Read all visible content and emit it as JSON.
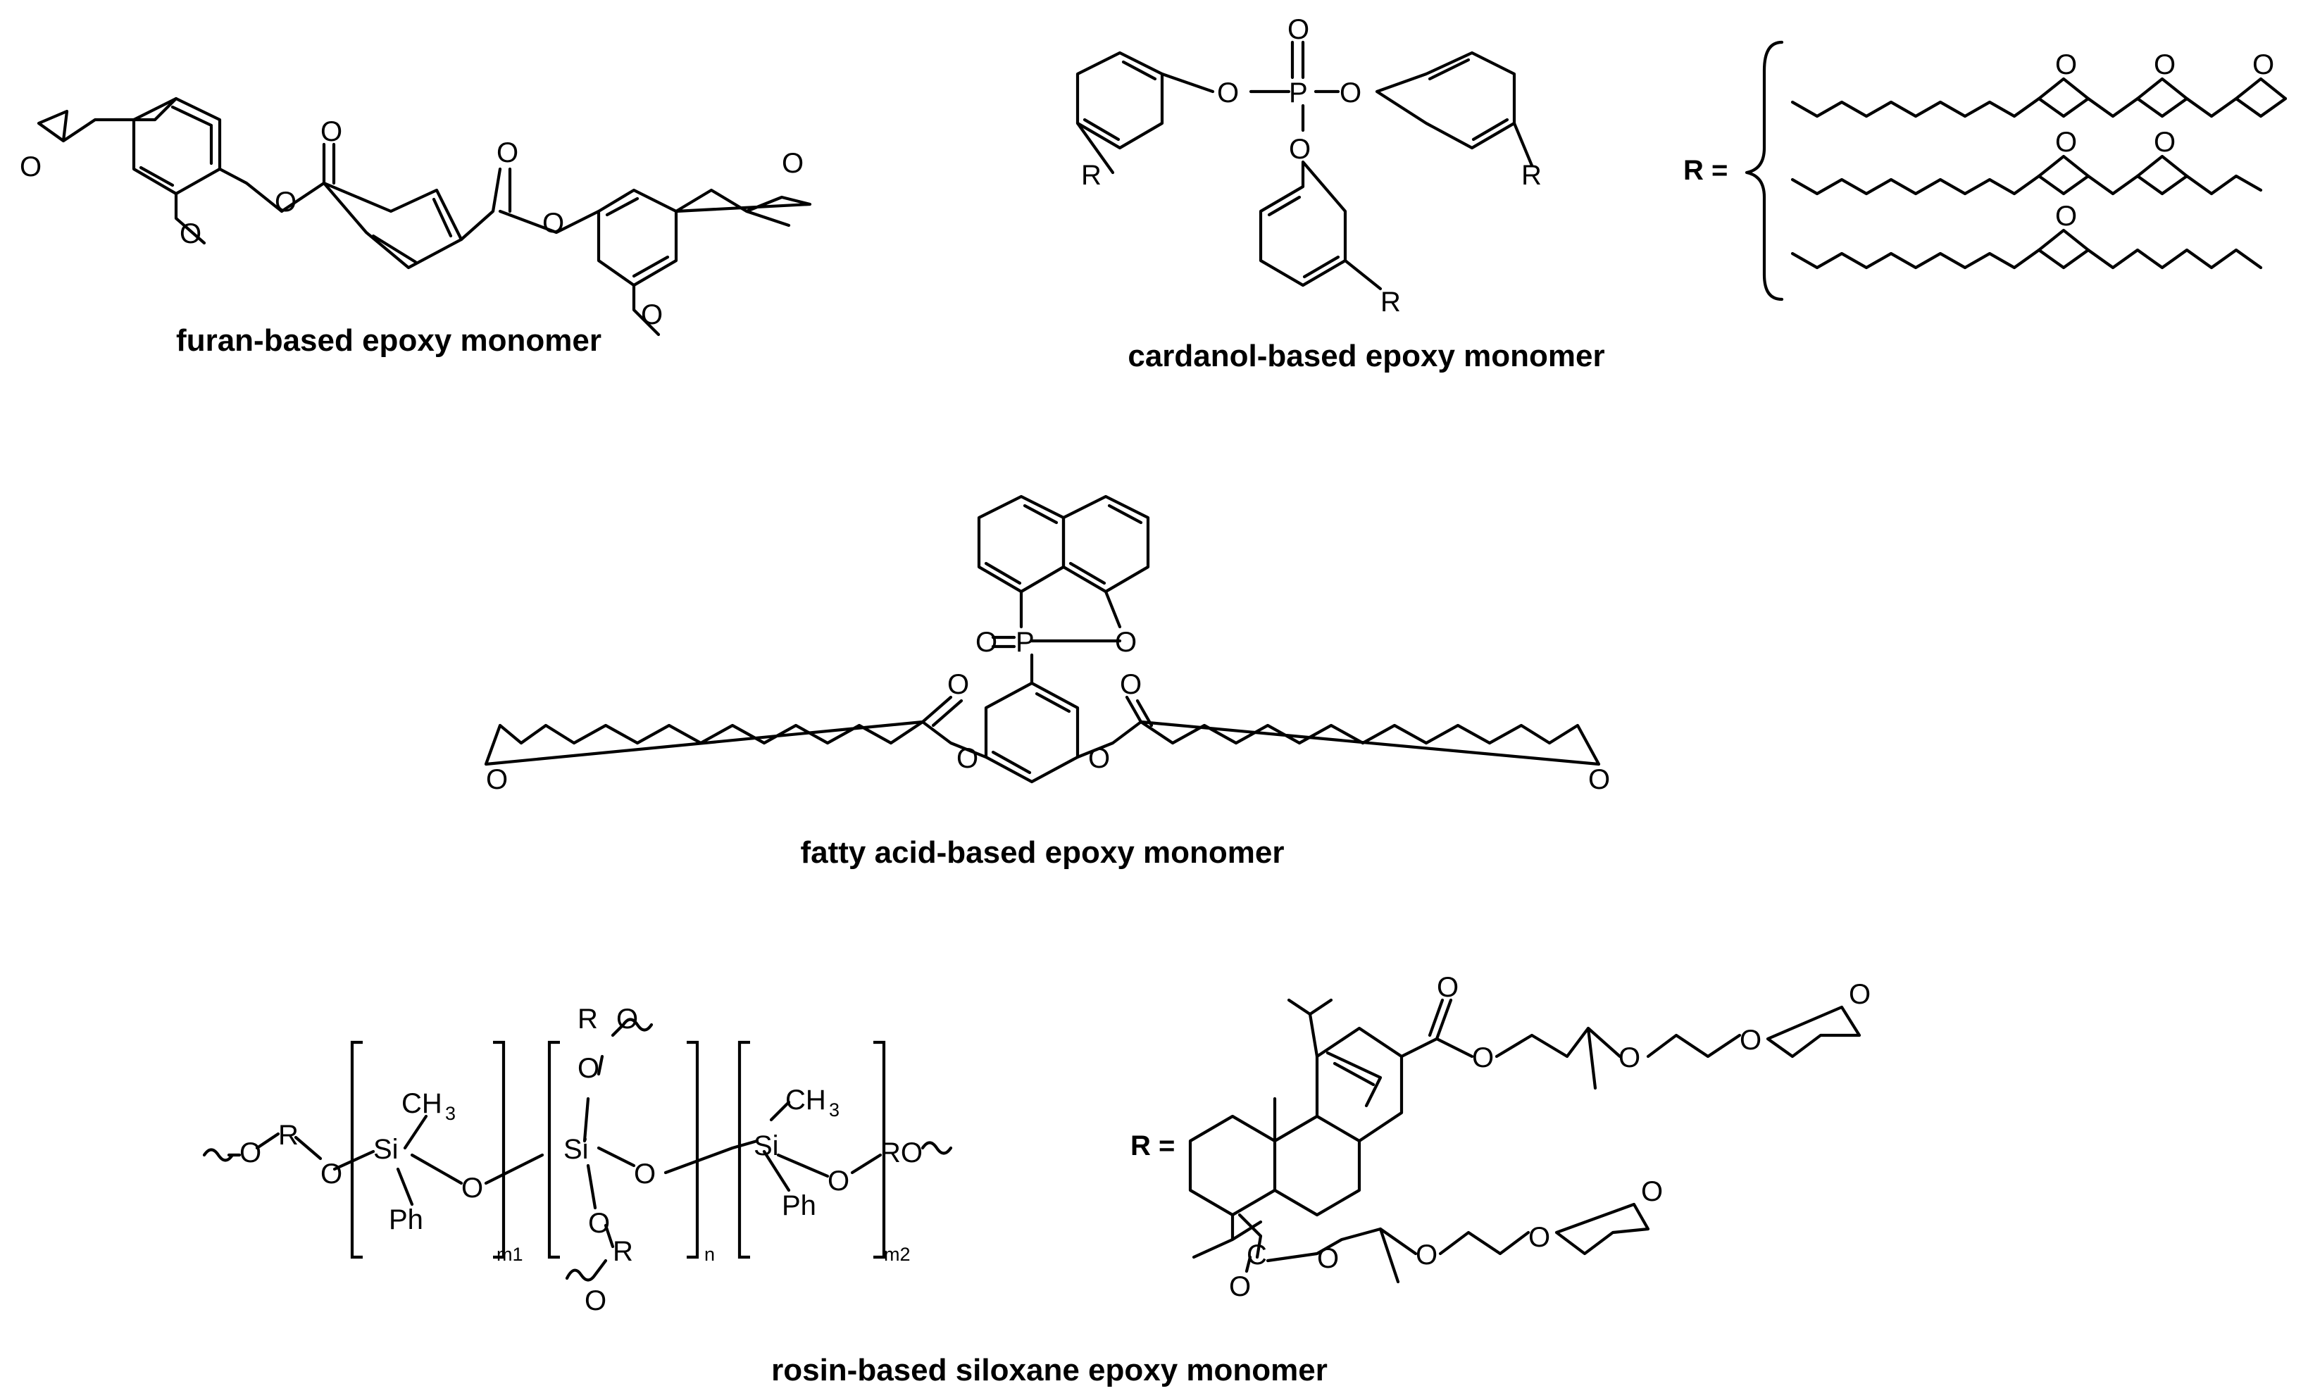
{
  "captions": {
    "furan": "furan-based epoxy monomer",
    "cardanol": "cardanol-based epoxy monomer",
    "fatty": "fatty acid-based epoxy monomer",
    "rosin": "rosin-based siloxane epoxy monomer"
  },
  "atoms": {
    "O": "O",
    "P": "P",
    "R": "R",
    "R_eq": "R =",
    "Si": "Si",
    "C": "C",
    "Ph": "Ph",
    "CH": "CH",
    "three": "3",
    "RO": "RO",
    "m1": "m1",
    "n": "n",
    "m2": "m2"
  }
}
